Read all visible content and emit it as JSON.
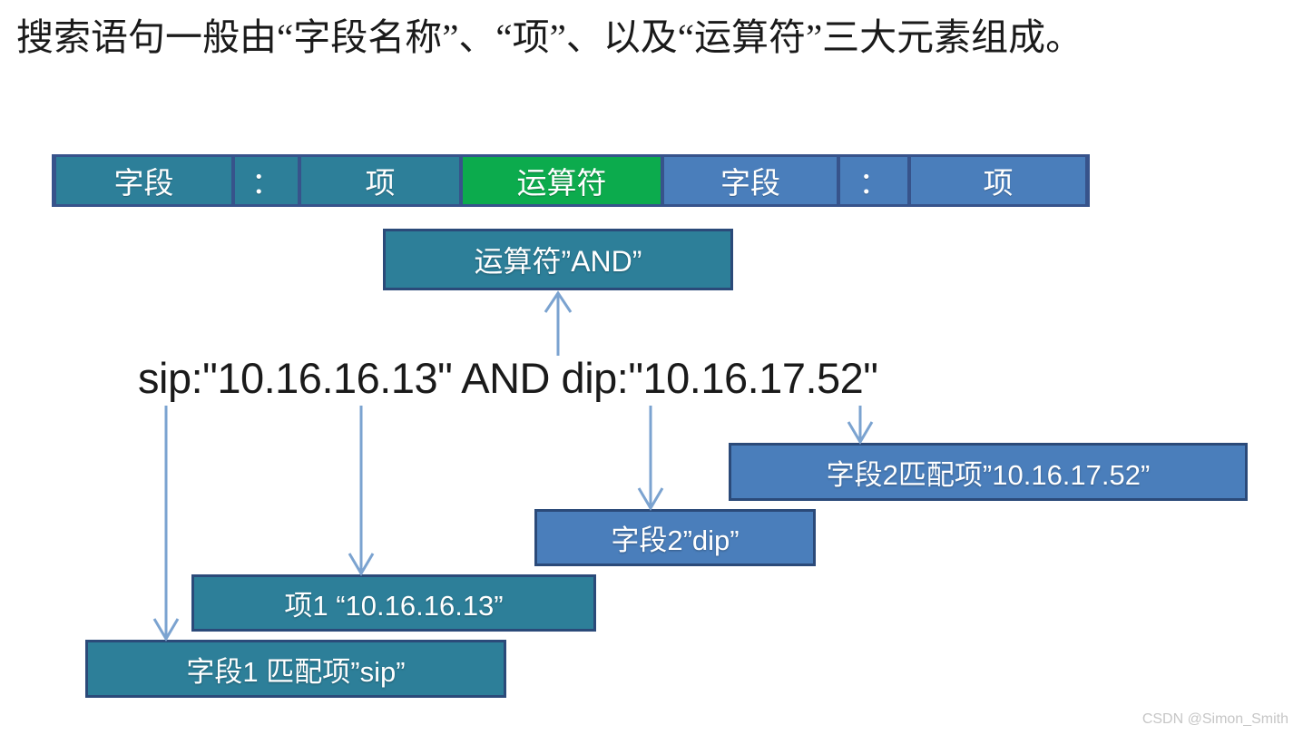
{
  "heading": {
    "text": "搜索语句一般由“字段名称”、“项”、以及“运算符”三大元素组成。"
  },
  "syntax_bar": {
    "cells": [
      {
        "label": "字段",
        "color": "#2d7f99",
        "style": "teal"
      },
      {
        "label": "：",
        "color": "#2d7f99",
        "style": "teal"
      },
      {
        "label": "项",
        "color": "#2d7f99",
        "style": "teal"
      },
      {
        "label": "运算符",
        "color": "#0cab4d",
        "style": "green"
      },
      {
        "label": "字段",
        "color": "#4a7ebb",
        "style": "blue"
      },
      {
        "label": "：",
        "color": "#4a7ebb",
        "style": "blue"
      },
      {
        "label": "项",
        "color": "#4a7ebb",
        "style": "blue"
      }
    ],
    "border_color": "#37538b"
  },
  "query": {
    "expression": "sip:\"10.16.16.13\" AND dip:\"10.16.17.52\""
  },
  "callouts": {
    "operator": {
      "label": "运算符”AND”",
      "color": "#2d7f99"
    },
    "field2_match": {
      "label": "字段2匹配项”10.16.17.52”",
      "color": "#4a7ebb"
    },
    "field2": {
      "label": "字段2”dip”",
      "color": "#4a7ebb"
    },
    "term1": {
      "label": "项1 “10.16.16.13”",
      "color": "#2d7f99"
    },
    "field1": {
      "label": "字段1 匹配项”sip”",
      "color": "#2d7f99"
    }
  },
  "connectors": {
    "line_color": "#7ba3d0"
  },
  "watermark": {
    "text": "CSDN @Simon_Smith"
  }
}
